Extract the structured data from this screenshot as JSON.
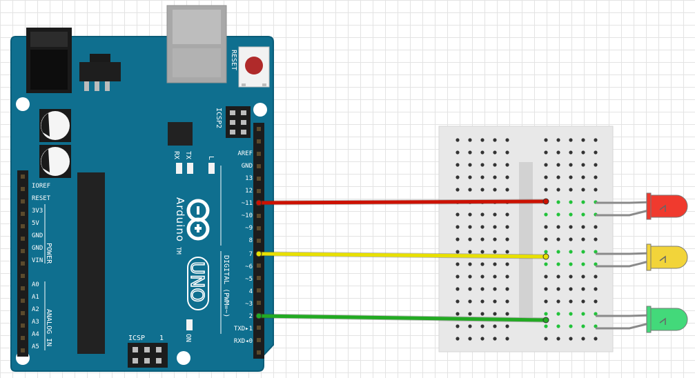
{
  "board": {
    "brand": "Arduino",
    "trademark": "TM",
    "model": "UNO",
    "reset_label": "RESET",
    "icsp2_label": "ICSP2",
    "icsp_label": "ICSP",
    "icsp_pin1": "1",
    "tx_label": "TX",
    "rx_label": "RX",
    "l_label": "L",
    "on_label": "ON",
    "digital_label": "DIGITAL (PWM=~)",
    "power_label": "POWER",
    "analog_label": "ANALOG IN",
    "digital_pins": [
      "AREF",
      "GND",
      "13",
      "12",
      "~11",
      "~10",
      "~9",
      "8",
      "7",
      "~6",
      "~5",
      "4",
      "~3",
      "2",
      "TXD▸1",
      "RXD◂0"
    ],
    "power_pins": [
      "IOREF",
      "RESET",
      "3V3",
      "5V",
      "GND",
      "GND",
      "VIN"
    ],
    "analog_pins": [
      "A0",
      "A1",
      "A2",
      "A3",
      "A4",
      "A5"
    ]
  },
  "wires": [
    {
      "color": "#cc1100",
      "pin": "~11"
    },
    {
      "color": "#e8e000",
      "pin": "7"
    },
    {
      "color": "#22aa22",
      "pin": "2"
    }
  ],
  "leds": [
    {
      "color": "red",
      "fill": "#f03a2e"
    },
    {
      "color": "yellow",
      "fill": "#f2d43a"
    },
    {
      "color": "green",
      "fill": "#43d97a"
    }
  ],
  "colors": {
    "board": "#0f6f8f",
    "board_edge": "#0a5c78",
    "breadboard": "#e8e8e8"
  }
}
